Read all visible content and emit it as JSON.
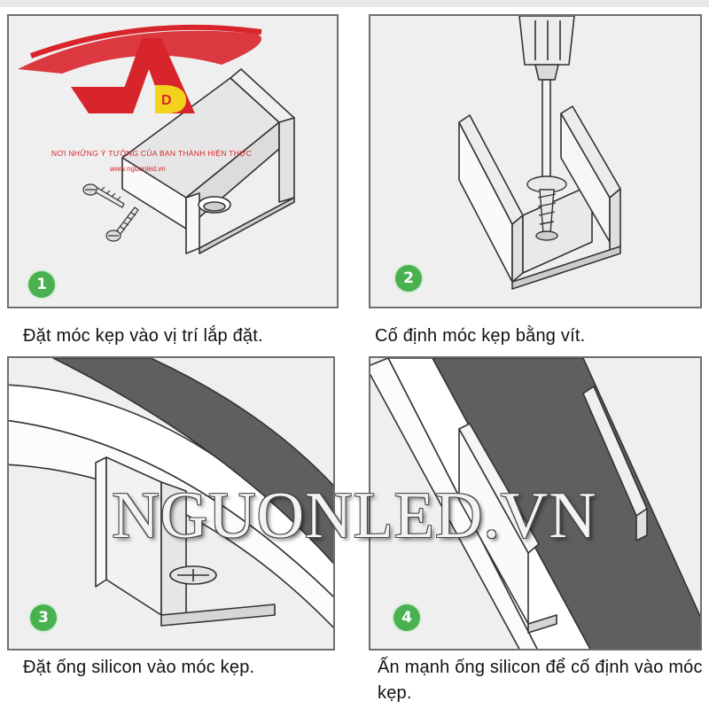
{
  "logo": {
    "tagline": "NƠI NHỮNG Ý TƯỞNG CỦA BẠN THÀNH HIỆN THỰC",
    "url": "www.nguonled.vn"
  },
  "watermark": "NGUONLED.VN",
  "colors": {
    "badge": "#49b14f",
    "logo_red": "#d8242b",
    "logo_yellow": "#f2d21c",
    "tube_dark": "#5f5f5f"
  },
  "steps": [
    {
      "number": "1",
      "caption": "Đặt móc kẹp vào vị trí lắp đặt."
    },
    {
      "number": "2",
      "caption": "Cố định móc kẹp bằng vít."
    },
    {
      "number": "3",
      "caption": "Đặt ống silicon vào móc kẹp."
    },
    {
      "number": "4",
      "caption": "Ấn mạnh ống silicon để cố định vào móc kẹp."
    }
  ]
}
